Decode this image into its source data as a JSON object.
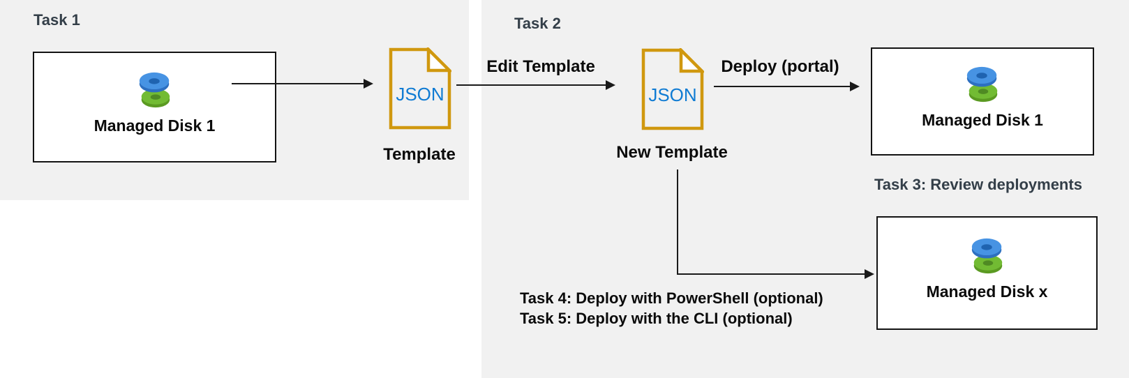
{
  "headings": {
    "task1": "Task 1",
    "task2": "Task 2",
    "task3": "Task 3: Review deployments"
  },
  "boxes": {
    "source_disk": {
      "label": "Managed Disk 1"
    },
    "portal_disk": {
      "label": "Managed Disk 1"
    },
    "x_disk": {
      "label": "Managed Disk x"
    }
  },
  "templates": {
    "template": {
      "file_text": "JSON",
      "caption": "Template"
    },
    "new_template": {
      "file_text": "JSON",
      "caption": "New Template"
    }
  },
  "arrows": {
    "edit_template": {
      "label": "Edit Template"
    },
    "deploy_portal": {
      "label": "Deploy (portal)"
    }
  },
  "optional_tasks": {
    "task4": "Task 4: Deploy with PowerShell (optional)",
    "task5": "Task 5: Deploy with the CLI (optional)"
  },
  "icons": {
    "managed-disk-icon": "two stacked donut disks (blue over green)",
    "json-file-icon": "gold document with folded corner and blue JSON text"
  },
  "colors": {
    "panel_bg": "#f1f1f1",
    "heading": "#333e48",
    "text": "#0b0b0b",
    "arrow": "#1a1a1a",
    "file_gold": "#d0980f",
    "json_blue": "#0f7bd3",
    "disk_blue_top": "#4793e3",
    "disk_blue_rim": "#2d6fc0",
    "disk_blue_hole": "#1f63b0",
    "disk_green_top": "#72bb33",
    "disk_green_rim": "#5b9a22",
    "disk_green_hole": "#4f8a23"
  }
}
